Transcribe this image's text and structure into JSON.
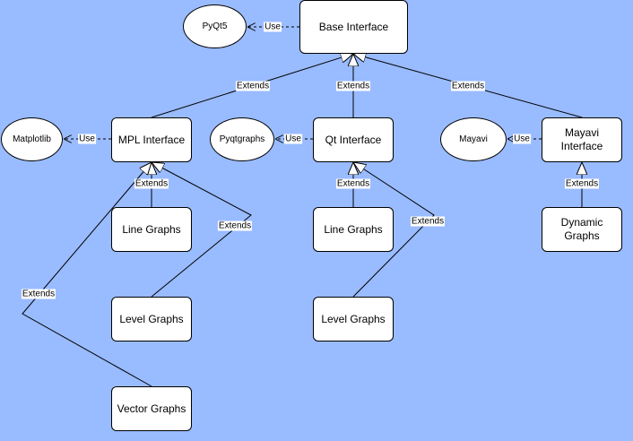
{
  "nodes": {
    "base": "Base Interface",
    "mpl": "MPL Interface",
    "qt": "Qt Interface",
    "mayavi": "Mayavi Interface",
    "mpl_line": "Line Graphs",
    "mpl_level": "Level Graphs",
    "mpl_vector": "Vector Graphs",
    "qt_line": "Line Graphs",
    "qt_level": "Level Graphs",
    "mayavi_dynamic": "Dynamic Graphs"
  },
  "libraries": {
    "pyqt5": "PyQt5",
    "matplotlib": "Matplotlib",
    "pyqtgraphs": "Pyqtgraphs",
    "mayavi": "Mayavi"
  },
  "edge_labels": {
    "extends": "Extends",
    "use": "Use"
  },
  "colors": {
    "background": "#99bbff",
    "node_fill": "#ffffff",
    "stroke": "#000000"
  }
}
